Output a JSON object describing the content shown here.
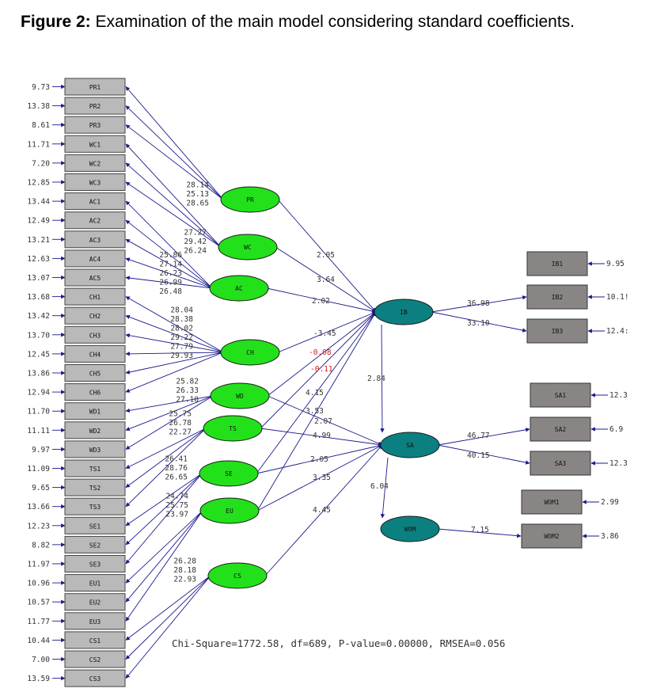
{
  "caption": {
    "label": "Figure 2:",
    "text": "Examination of the main model considering standard coefficients."
  },
  "colors": {
    "indicator_box": "#b9b9b9",
    "outcome_box": "#8a8585",
    "exogenous_latent": "#22e11a",
    "endogenous_latent": "#0c8080",
    "arrow": "#1a1a8c",
    "negative_label": "#d01818",
    "label": "#333333"
  },
  "left_indicators": [
    {
      "name": "PR1",
      "error": "9.73"
    },
    {
      "name": "PR2",
      "error": "13.38"
    },
    {
      "name": "PR3",
      "error": "8.61"
    },
    {
      "name": "WC1",
      "error": "11.71"
    },
    {
      "name": "WC2",
      "error": "7.20"
    },
    {
      "name": "WC3",
      "error": "12.85"
    },
    {
      "name": "AC1",
      "error": "13.44"
    },
    {
      "name": "AC2",
      "error": "12.49"
    },
    {
      "name": "AC3",
      "error": "13.21"
    },
    {
      "name": "AC4",
      "error": "12.63"
    },
    {
      "name": "AC5",
      "error": "13.07"
    },
    {
      "name": "CH1",
      "error": "13.68"
    },
    {
      "name": "CH2",
      "error": "13.42"
    },
    {
      "name": "CH3",
      "error": "13.70"
    },
    {
      "name": "CH4",
      "error": "12.45"
    },
    {
      "name": "CH5",
      "error": "13.86"
    },
    {
      "name": "CH6",
      "error": "12.94"
    },
    {
      "name": "WD1",
      "error": "11.70"
    },
    {
      "name": "WD2",
      "error": "11.11"
    },
    {
      "name": "WD3",
      "error": "9.97"
    },
    {
      "name": "TS1",
      "error": "11.09"
    },
    {
      "name": "TS2",
      "error": "9.65"
    },
    {
      "name": "TS3",
      "error": "13.66"
    },
    {
      "name": "SE1",
      "error": "12.23"
    },
    {
      "name": "SE2",
      "error": "8.82"
    },
    {
      "name": "SE3",
      "error": "11.97"
    },
    {
      "name": "EU1",
      "error": "10.96"
    },
    {
      "name": "EU2",
      "error": "10.57"
    },
    {
      "name": "EU3",
      "error": "11.77"
    },
    {
      "name": "CS1",
      "error": "10.44"
    },
    {
      "name": "CS2",
      "error": "7.00"
    },
    {
      "name": "CS3",
      "error": "13.59"
    }
  ],
  "exogenous_latents": [
    {
      "name": "PR",
      "first": 0,
      "loadings": [
        "28.14",
        "25.13",
        "28.65"
      ]
    },
    {
      "name": "WC",
      "first": 3,
      "loadings": [
        "27.27",
        "29.42",
        "26.24"
      ]
    },
    {
      "name": "AC",
      "first": 6,
      "loadings": [
        "25.86",
        "27.14",
        "26.23",
        "26.99",
        "26.48"
      ]
    },
    {
      "name": "CH",
      "first": 11,
      "loadings": [
        "28.04",
        "28.38",
        "28.02",
        "29.22",
        "27.79",
        "29.93"
      ]
    },
    {
      "name": "WD",
      "first": 17,
      "loadings": [
        "25.82",
        "26.33",
        "27.10"
      ]
    },
    {
      "name": "TS",
      "first": 20,
      "loadings": [
        "25.75",
        "26.78",
        "22.27"
      ]
    },
    {
      "name": "SE",
      "first": 23,
      "loadings": [
        "26.41",
        "28.76",
        "26.65"
      ]
    },
    {
      "name": "EU",
      "first": 26,
      "loadings": [
        "24.74",
        "25.75",
        "23.97"
      ]
    },
    {
      "name": "CS",
      "first": 29,
      "loadings": [
        "26.28",
        "28.18",
        "22.93"
      ]
    }
  ],
  "endogenous_latents": [
    {
      "name": "IB"
    },
    {
      "name": "SA"
    },
    {
      "name": "WOM"
    }
  ],
  "right_indicators": [
    {
      "name": "IB1",
      "error": "9.95",
      "latent": "IB",
      "loading": ""
    },
    {
      "name": "IB2",
      "error": "10.1!",
      "latent": "IB",
      "loading": "36.98"
    },
    {
      "name": "IB3",
      "error": "12.4:",
      "latent": "IB",
      "loading": "33.10"
    },
    {
      "name": "SA1",
      "error": "12.3",
      "latent": "SA",
      "loading": ""
    },
    {
      "name": "SA2",
      "error": "6.9",
      "latent": "SA",
      "loading": "46.77"
    },
    {
      "name": "SA3",
      "error": "12.3",
      "latent": "SA",
      "loading": "40.15"
    },
    {
      "name": "WOM1",
      "error": "2.99",
      "latent": "WOM",
      "loading": ""
    },
    {
      "name": "WOM2",
      "error": "3.86",
      "latent": "WOM",
      "loading": "7.15"
    }
  ],
  "structural_paths": [
    {
      "from": "PR",
      "to": "IB",
      "value": "2.05",
      "negative": false
    },
    {
      "from": "WC",
      "to": "IB",
      "value": "3.64",
      "negative": false
    },
    {
      "from": "AC",
      "to": "IB",
      "value": "2.02",
      "negative": false
    },
    {
      "from": "CH",
      "to": "IB",
      "value": "-3.45",
      "negative": false
    },
    {
      "from": "WD",
      "to": "IB",
      "value": "-0.08",
      "negative": true
    },
    {
      "from": "TS",
      "to": "IB",
      "value": "-0.11",
      "negative": true
    },
    {
      "from": "SE",
      "to": "IB",
      "value": "4.15",
      "negative": false
    },
    {
      "from": "EU",
      "to": "IB",
      "value": "3.53",
      "negative": false
    },
    {
      "from": "WD",
      "to": "SA",
      "value": "2.07",
      "negative": false
    },
    {
      "from": "TS",
      "to": "SA",
      "value": "4.99",
      "negative": false
    },
    {
      "from": "SE",
      "to": "SA",
      "value": "2.05",
      "negative": false
    },
    {
      "from": "EU",
      "to": "SA",
      "value": "3.35",
      "negative": false
    },
    {
      "from": "CS",
      "to": "SA",
      "value": "4.45",
      "negative": false
    },
    {
      "from": "IB",
      "to": "SA",
      "value": "2.84",
      "negative": false
    },
    {
      "from": "SA",
      "to": "WOM",
      "value": "6.04",
      "negative": false
    }
  ],
  "fit_statistics": "Chi-Square=1772.58, df=689, P-value=0.00000, RMSEA=0.056"
}
